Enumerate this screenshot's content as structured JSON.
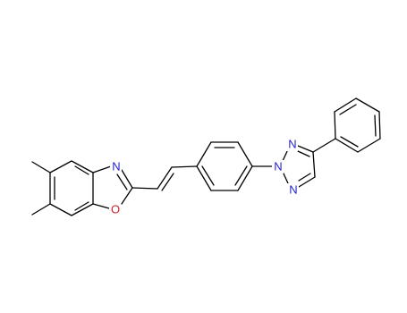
{
  "molecule": {
    "atom_labels": {
      "benzoxazole_n": "N",
      "benzoxazole_o": "O",
      "triazole_n1": "N",
      "triazole_n2": "N",
      "triazole_n3": "N"
    },
    "colors": {
      "bond": "#000000",
      "nitrogen": "#1f1fd0",
      "oxygen": "#d01f1f",
      "background": "#ffffff"
    }
  }
}
